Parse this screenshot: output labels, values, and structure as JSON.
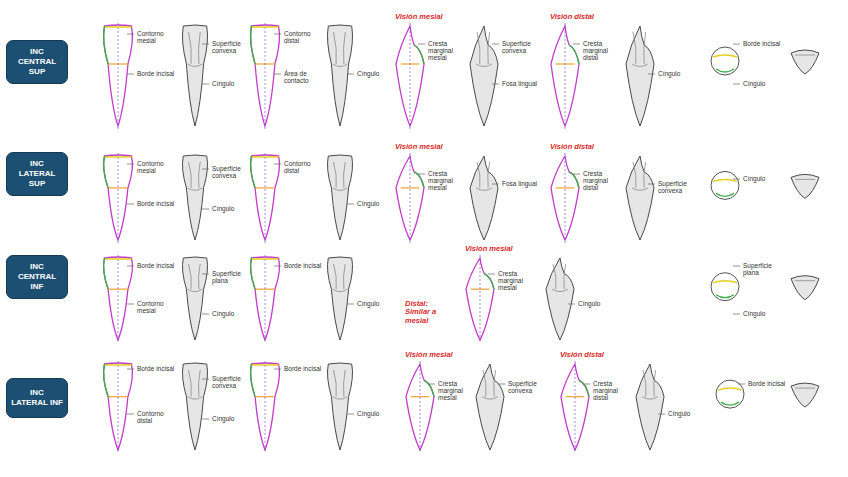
{
  "diagram": {
    "nodes": [
      {
        "text": [
          "INC CENTRAL SUP"
        ]
      },
      {
        "text": [
          "INC LATERAL SUP"
        ]
      },
      {
        "text": [
          "INC CENTRAL INF"
        ]
      },
      {
        "text": [
          "INC LATERAL INF"
        ]
      }
    ],
    "labels": [
      "Contorno mesial",
      "Borde incisal",
      "Superficie convexa",
      "Cíngulo",
      "Contorno distal",
      "Área de contacto",
      "Cíngulo",
      "Visión mesial",
      "Cresta marginal mesial",
      "Superficie convexa",
      "Fosa lingual",
      "Visión distal",
      "Cresta marginal distal",
      "Cíngulo",
      "Borde incisal",
      "Cíngulo",
      "Contorno mesial",
      "Borde incisal",
      "Superficie convexa",
      "Cíngulo",
      "Contorno distal",
      "Cíngulo",
      "Visión mesial",
      "Cresta marginal mesial",
      "Fosa lingual",
      "Visión distal",
      "Cresta marginal distal",
      "Superficie convexa",
      "Cíngulo",
      "Borde incisal",
      "Contorno mesial",
      "Superficie plana",
      "Cíngulo",
      "Borde incisal",
      "Cíngulo",
      "Visión mesial",
      "Cresta marginal mesial",
      "Cíngulo",
      "Distal: Similar a mesial",
      "Superficie plana",
      "Cíngulo",
      "Borde incisal",
      "Contorno distal",
      "Superficie convexa",
      "Cíngulo",
      "Borde incisal",
      "Cíngulo",
      "Visión mesial",
      "Cresta marginal mesial",
      "Superficie convexa",
      "Visión distal",
      "Cresta marginal distal",
      "Cíngulo",
      "Borde incisal"
    ]
  }
}
